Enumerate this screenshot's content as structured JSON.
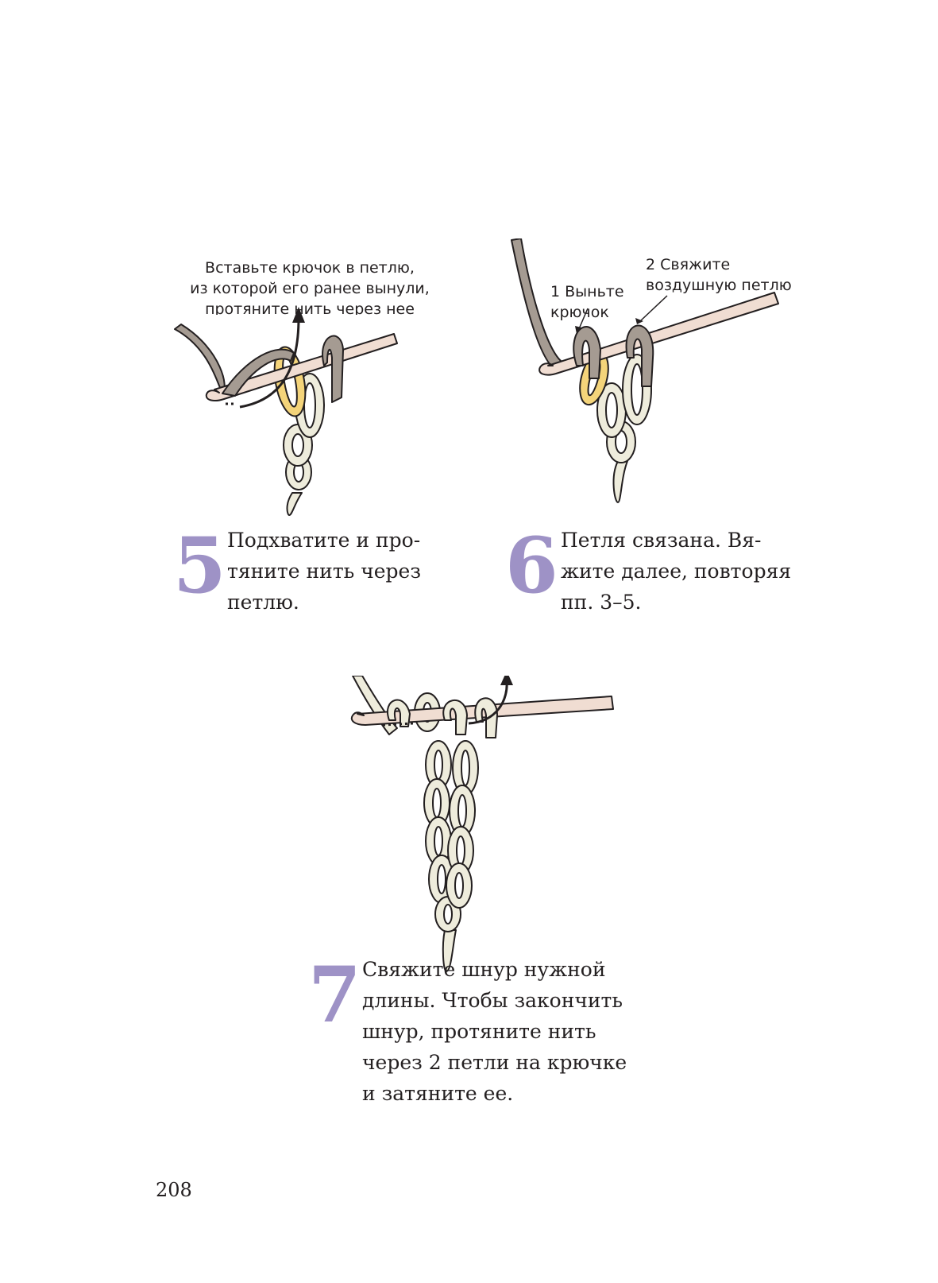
{
  "figures": {
    "fig5": {
      "annotation_lines": [
        "Вставьте крючок в петлю,",
        "из которой его ранее вынули,",
        "протяните нить через нее"
      ]
    },
    "fig6": {
      "annotation1_lines": [
        "1 Выньте",
        "крючок"
      ],
      "annotation2_lines": [
        "2 Свяжите",
        "воздушную петлю"
      ]
    }
  },
  "steps": [
    {
      "number": "5",
      "lines": [
        "Подхватите и про-",
        "тяните нить через",
        "петлю."
      ]
    },
    {
      "number": "6",
      "lines": [
        "Петля связана. Вя-",
        "жите далее, повторяя",
        "пп. 3–5."
      ]
    },
    {
      "number": "7",
      "lines": [
        "Свяжите шнур нужной",
        "длины. Чтобы закончить",
        "шнур, протяните нить",
        "через 2 петли на крючке",
        "и затяните ее."
      ]
    }
  ],
  "page_number": "208",
  "colors": {
    "step_number": "#9e92c6",
    "yarn_light": "#eeecdc",
    "yarn_taupe": "#a59b92",
    "yarn_yellow": "#f4d47a",
    "hook": "#f0ddd2",
    "outline": "#231f20"
  }
}
